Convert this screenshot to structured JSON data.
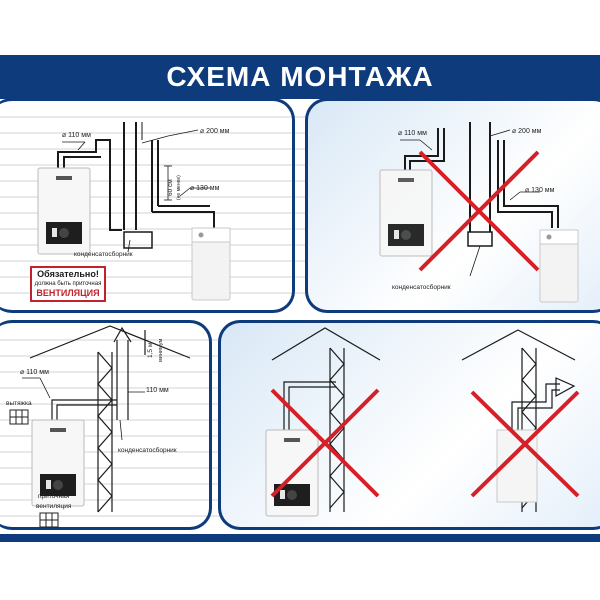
{
  "title": "СХЕМА МОНТАЖА",
  "colors": {
    "brand": "#0d3b7c",
    "cross": "#d61f26",
    "line": "#1a1a1a"
  },
  "panel1": {
    "d110": "⌀ 110 мм",
    "d200": "⌀ 200 мм",
    "d130": "⌀ 130 мм",
    "height_label": "60 см",
    "height_note": "(не менее)",
    "condensate": "конденсатосборник",
    "warning_title": "Обязательно!",
    "warning_sub": "должна быть приточная",
    "warning_word": "ВЕНТИЛЯЦИЯ"
  },
  "panel2": {
    "d110": "⌀ 110 мм",
    "d200": "⌀ 200 мм",
    "d130": "⌀ 130 мм",
    "condensate": "конденсатосборник"
  },
  "panel3": {
    "d110": "⌀ 110 мм",
    "d110b": "110 мм",
    "height_label": "1,5 м",
    "height_note": "минимум",
    "exhaust": "вытяжка",
    "condensate": "конденсатосборник",
    "supply_line1": "приточная",
    "supply_line2": "вентиляция"
  },
  "icons": [
    "boiler-icon",
    "gas-boiler-icon",
    "grille-icon",
    "cross-icon",
    "roof-icon",
    "chimney-icon"
  ]
}
